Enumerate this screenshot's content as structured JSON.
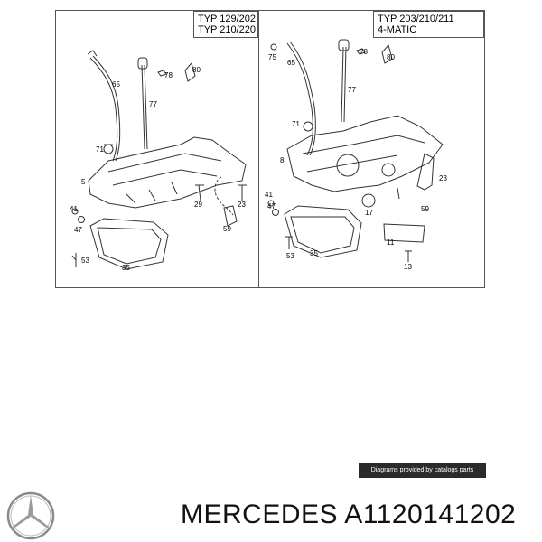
{
  "panels": {
    "left": {
      "type_label_line1": "TYP 129/202",
      "type_label_line2": "TYP 210/220",
      "callouts": [
        "65",
        "78",
        "80",
        "77",
        "71",
        "5",
        "41",
        "47",
        "53",
        "35",
        "29",
        "23",
        "59"
      ]
    },
    "right": {
      "type_label_line1": "TYP 203/210/211",
      "type_label_line2": "4-MATIC",
      "callouts": [
        "75",
        "65",
        "78",
        "80",
        "77",
        "71",
        "8",
        "23",
        "41",
        "47",
        "53",
        "35",
        "17",
        "11",
        "13",
        "59"
      ]
    }
  },
  "credit": "Diagrams provided by catalogs parts",
  "brand": "MERCEDES",
  "part_number": "A1120141202",
  "icons": {
    "logo": "mercedes-star-icon"
  },
  "colors": {
    "line": "#333333",
    "credit_bg": "#2b2b2b"
  }
}
